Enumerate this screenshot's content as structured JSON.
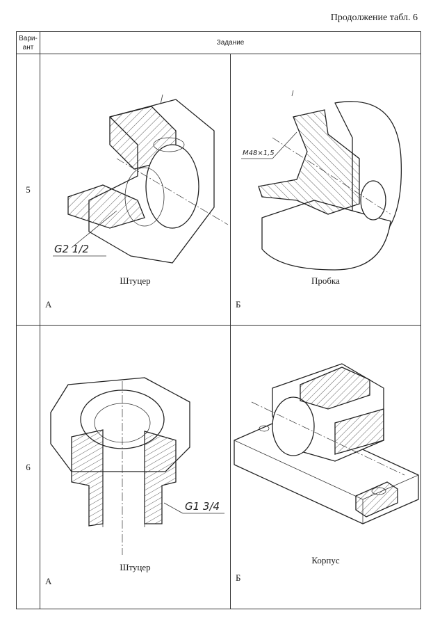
{
  "header": {
    "continuation": "Продолжение табл. 6"
  },
  "table": {
    "col_variant_label": "Вари-\nант",
    "col_task_label": "Задание",
    "rows": [
      {
        "variant": "5",
        "cells": [
          {
            "letter": "А",
            "name": "Штуцер",
            "thread": "G2 1/2"
          },
          {
            "letter": "Б",
            "name": "Пробка",
            "thread": "M48×1,5"
          }
        ]
      },
      {
        "variant": "6",
        "cells": [
          {
            "letter": "А",
            "name": "Штуцер",
            "thread": "G1 3/4"
          },
          {
            "letter": "Б",
            "name": "Корпус",
            "thread": ""
          }
        ]
      }
    ]
  }
}
